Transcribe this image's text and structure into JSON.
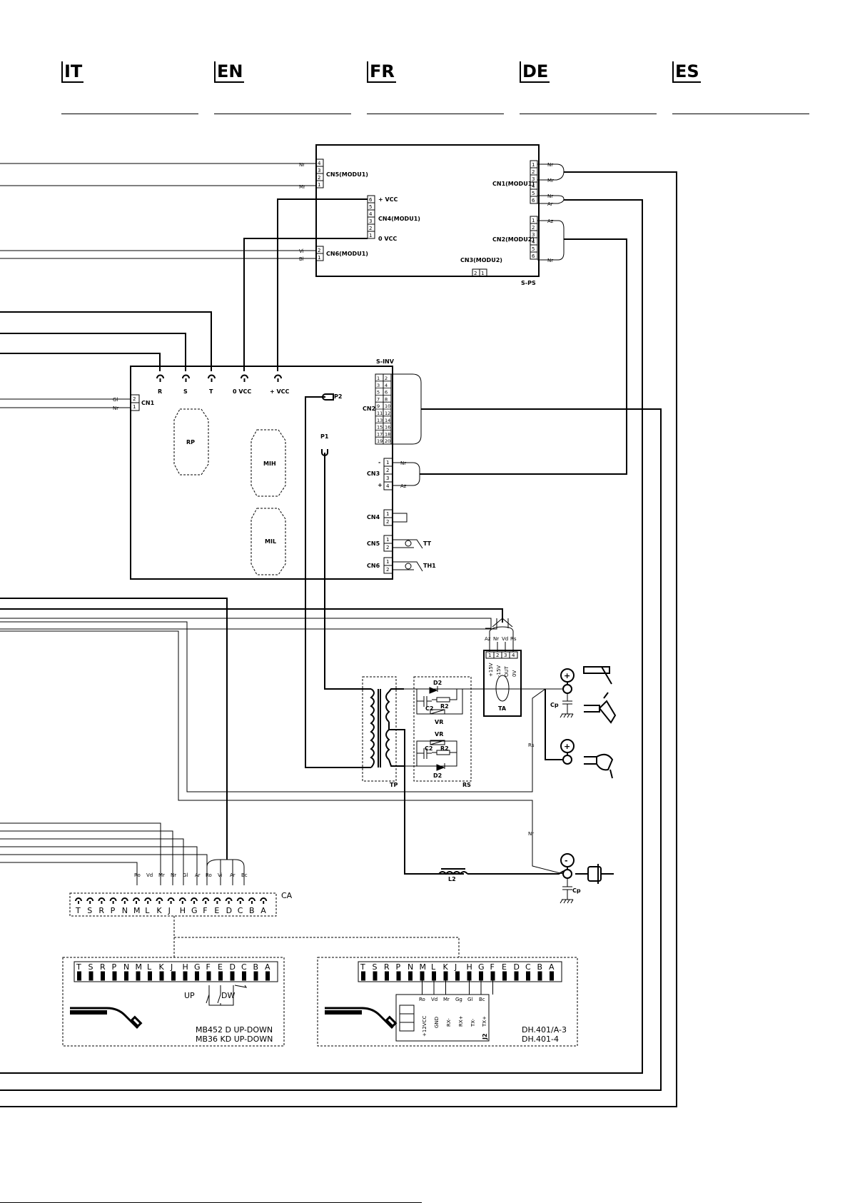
{
  "languages": [
    "IT",
    "EN",
    "FR",
    "DE",
    "ES"
  ],
  "sps": {
    "name": "S-PS",
    "cn5": "CN5(MODU1)",
    "cn4": "CN4(MODU1)",
    "cn6": "CN6(MODU1)",
    "cn1": "CN1(MODU1)",
    "cn2": "CN2(MODU2)",
    "cn3": "CN3(MODU2)",
    "vcc_plus": "+ VCC",
    "vcc_zero": "0 VCC"
  },
  "sinv": {
    "name": "S-INV",
    "cn1": "CN1",
    "cn2": "CN2",
    "cn3": "CN3",
    "cn4": "CN4",
    "cn5": "CN5",
    "cn6": "CN6",
    "r": "R",
    "s": "S",
    "t": "T",
    "zero_vcc": "0 VCC",
    "plus_vcc": "+ VCC",
    "p1": "P1",
    "p2": "P2",
    "rp": "RP",
    "mih": "MIH",
    "mil": "MIL",
    "tt": "TT",
    "th1": "TH1",
    "minus": "-",
    "plus": "+"
  },
  "wires": {
    "nr": "Nr",
    "mr": "Mr",
    "vi": "Vi",
    "bi": "Bl",
    "gi": "Gl",
    "az": "Az",
    "ar": "Ar",
    "vd": "Vd",
    "rs": "Rs",
    "ro": "Ro",
    "bc": "Bc",
    "gg": "Gg"
  },
  "ta": {
    "name": "TA",
    "pins": [
      "1",
      "2",
      "3",
      "4"
    ],
    "funcs": [
      "+15V",
      "-15V",
      "OUT",
      "0V"
    ],
    "wires": [
      "Az",
      "Nr",
      "Vd",
      "Rs"
    ]
  },
  "components": {
    "tp": "TP",
    "rs": "RS",
    "d2": "D2",
    "c2": "C2",
    "r2": "R2",
    "vr": "VR",
    "cp": "Cp",
    "l2": "L2"
  },
  "ca": {
    "name": "CA",
    "letters": [
      "T",
      "S",
      "R",
      "P",
      "N",
      "M",
      "L",
      "K",
      "J",
      "H",
      "G",
      "F",
      "E",
      "D",
      "C",
      "B",
      "A"
    ],
    "wires_left": [
      "Ro",
      "Vd",
      "Mr",
      "Nr",
      "Gl",
      "Ar"
    ],
    "wires_right": [
      "Ro",
      "Vi",
      "Ar",
      "Bc"
    ]
  },
  "torch1": {
    "up": "UP",
    "dw": "DW",
    "model1": "MB452 D UP-DOWN",
    "model2": "MB36 KD UP-DOWN"
  },
  "torch2": {
    "wires": [
      "Ro",
      "Vd",
      "Mr",
      "Gg",
      "Gl",
      "Bc"
    ],
    "signals": [
      "+12VCC",
      "GND",
      "RX-",
      "RX+",
      "TX-",
      "TX+"
    ],
    "j2": "J2",
    "model1": "DH.401/A-3",
    "model2": "DH.401-4"
  },
  "numbers": {
    "n1": "1",
    "n2": "2",
    "n3": "3",
    "n4": "4",
    "n5": "5",
    "n6": "6"
  }
}
